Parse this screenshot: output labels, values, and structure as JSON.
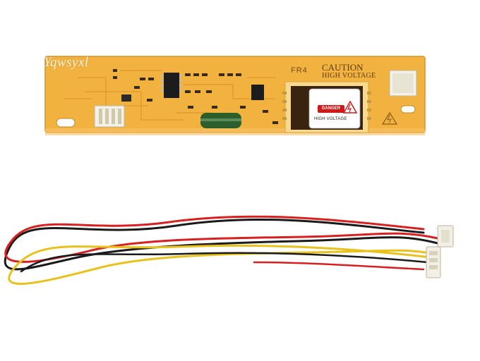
{
  "watermark": "Yqwsyxl",
  "board": {
    "material_mark": "FR4",
    "caution_title": "CAUTION",
    "caution_sub": "HIGH VOLTAGE",
    "sticker_badge": "DANGER",
    "sticker_text": "HIGH VOLTAGE"
  },
  "colors": {
    "pcb": "#f2b23f",
    "pcb_edge": "#e19a26",
    "wire_red": "#d92020",
    "wire_black": "#1a1a1a",
    "wire_yellow": "#e8c21a",
    "connector": "#f1efe6"
  }
}
